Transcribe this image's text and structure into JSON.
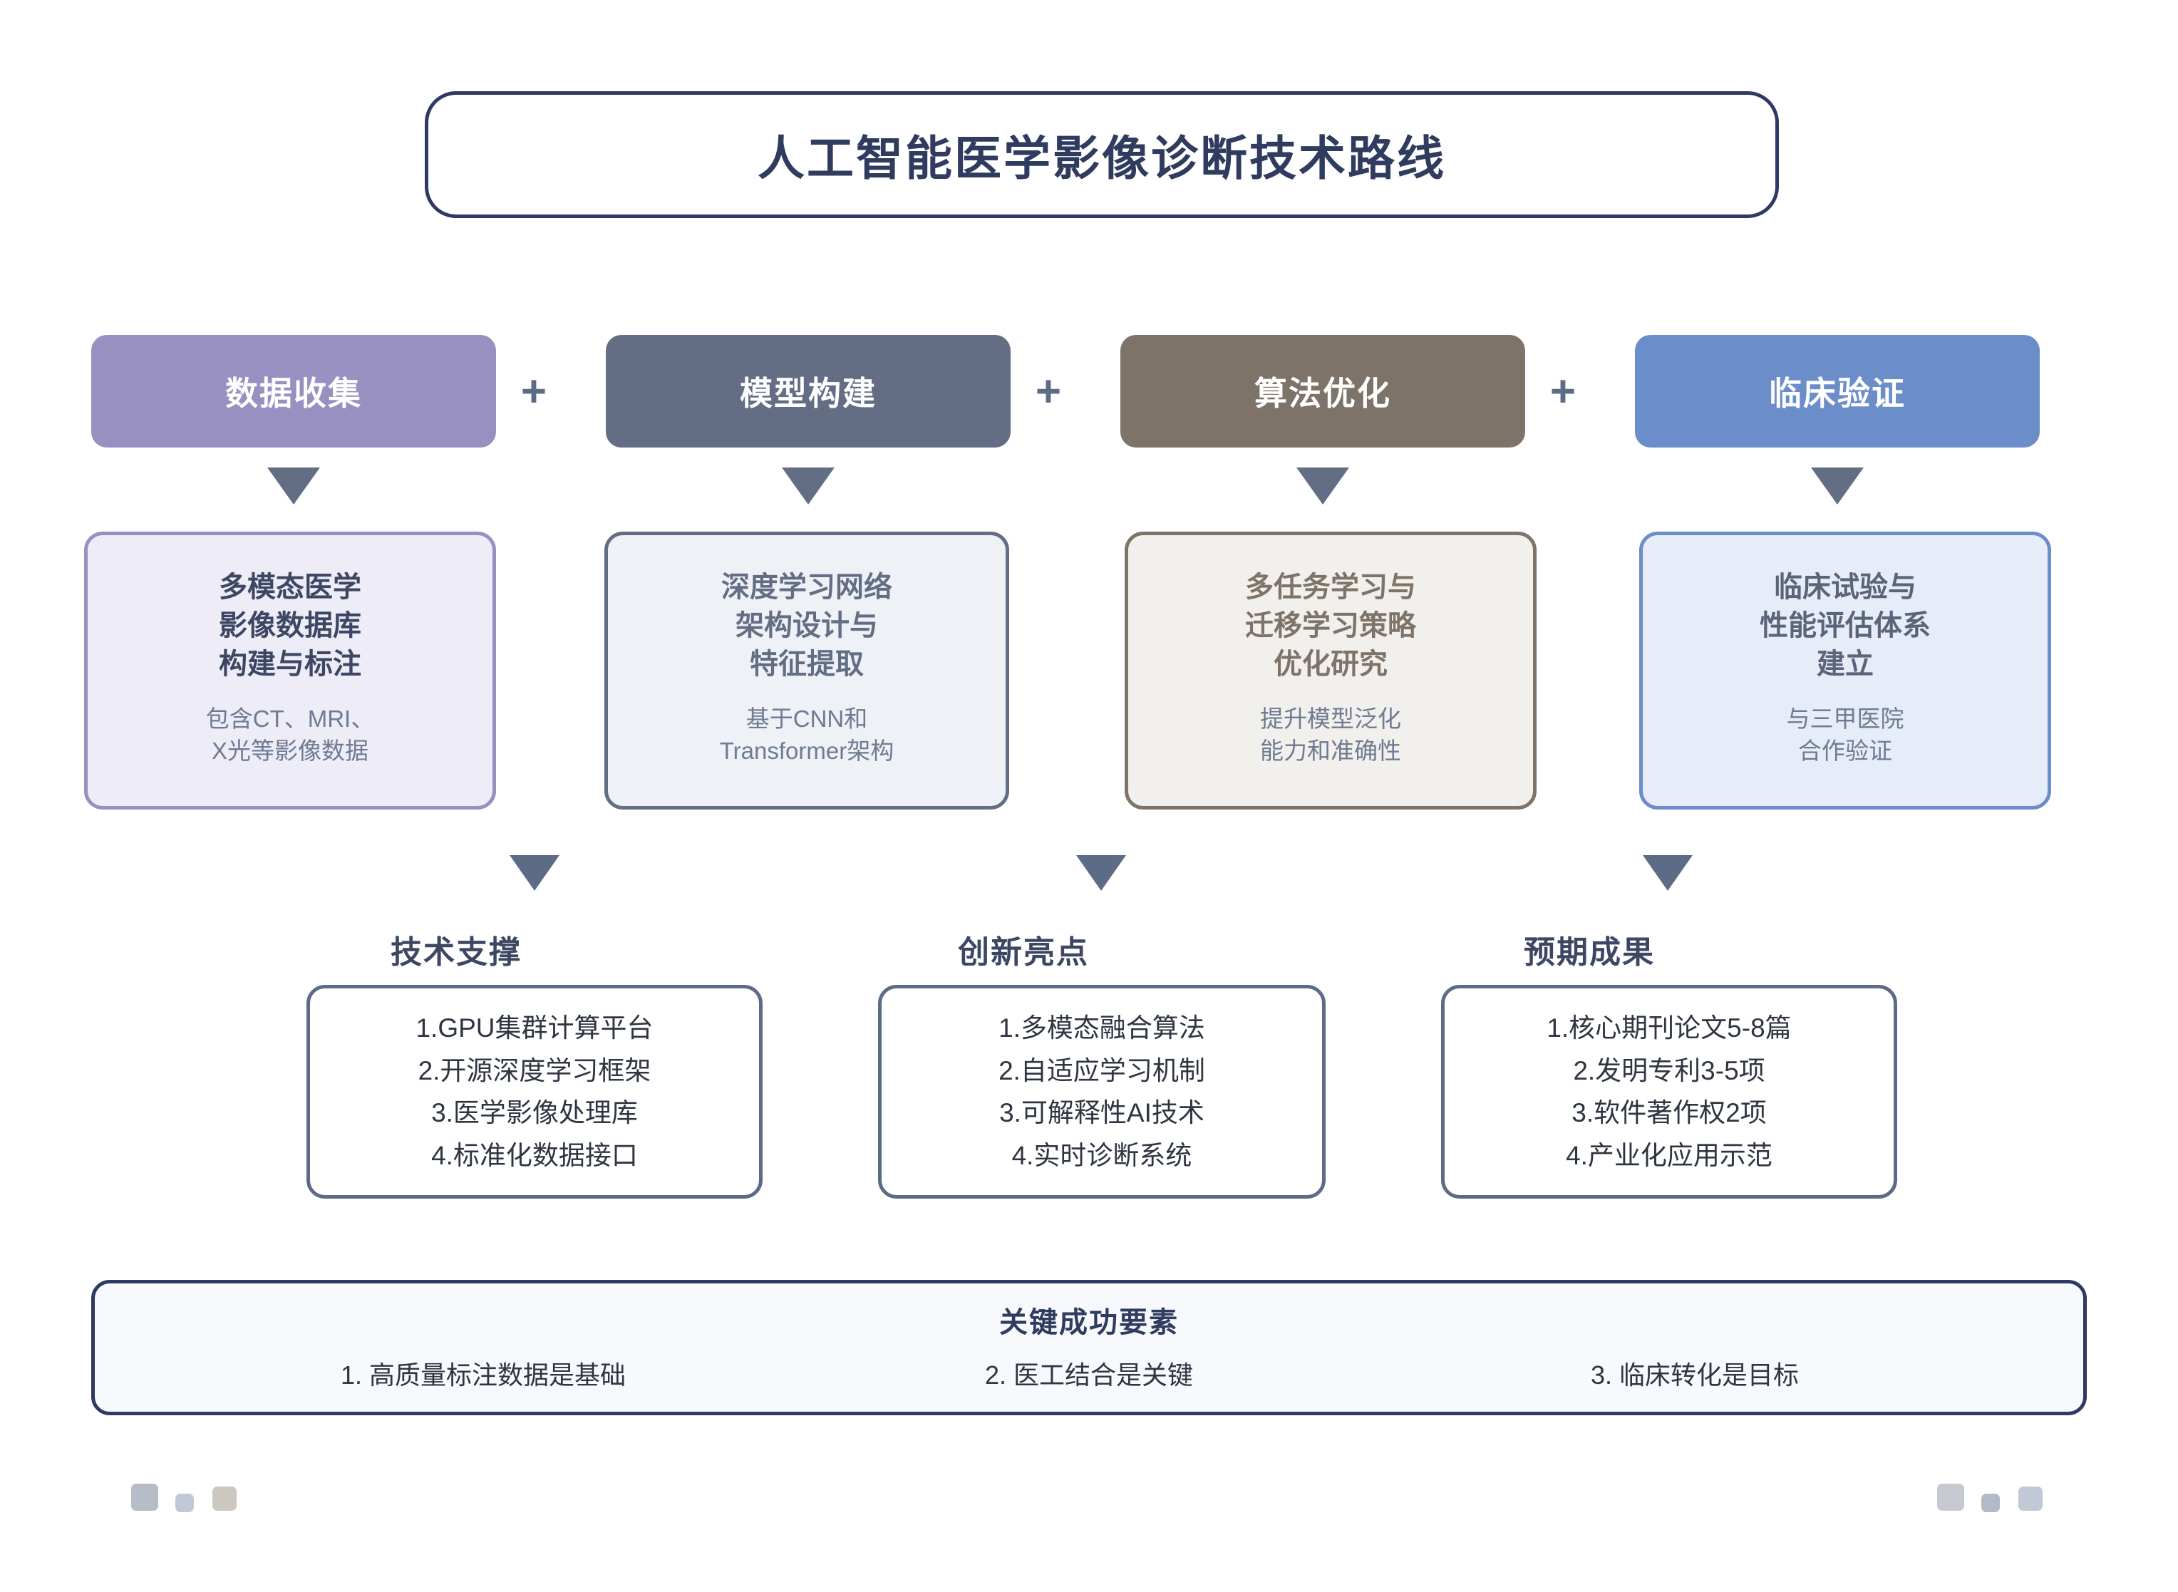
{
  "title": "人工智能医学影像诊断技术路线",
  "colors": {
    "title_border": "#2e3a64",
    "title_text": "#2f3b5f",
    "stage1": "#9790c0",
    "stage2": "#636e85",
    "stage3": "#7d7369",
    "stage4": "#6b8dc9",
    "arrow": "#636e85",
    "list_border": "#5d6c86",
    "key_border": "#2e3a64"
  },
  "separator": "+",
  "stages": [
    {
      "label": "数据收集",
      "detail_title": "多模态医学\n影像数据库\n构建与标注",
      "detail_sub": "包含CT、MRI、\nX光等影像数据"
    },
    {
      "label": "模型构建",
      "detail_title": "深度学习网络\n架构设计与\n特征提取",
      "detail_sub": "基于CNN和\nTransformer架构"
    },
    {
      "label": "算法优化",
      "detail_title": "多任务学习与\n迁移学习策略\n优化研究",
      "detail_sub": "提升模型泛化\n能力和准确性"
    },
    {
      "label": "临床验证",
      "detail_title": "临床试验与\n性能评估体系\n建立",
      "detail_sub": "与三甲医院\n合作验证"
    }
  ],
  "sections": [
    {
      "heading": "技术支撑",
      "items": [
        "1.GPU集群计算平台",
        "2.开源深度学习框架",
        "3.医学影像处理库",
        "4.标准化数据接口"
      ]
    },
    {
      "heading": "创新亮点",
      "items": [
        "1.多模态融合算法",
        "2.自适应学习机制",
        "3.可解释性AI技术",
        "4.实时诊断系统"
      ]
    },
    {
      "heading": "预期成果",
      "items": [
        "1.核心期刊论文5-8篇",
        "2.发明专利3-5项",
        "3.软件著作权2项",
        "4.产业化应用示范"
      ]
    }
  ],
  "key_factors": {
    "heading": "关键成功要素",
    "items": [
      "1. 高质量标注数据是基础",
      "2. 医工结合是关键",
      "3. 临床转化是目标"
    ]
  },
  "decor": {
    "left": [
      "#b6bdc9",
      "#c1c9d6",
      "#ccc7c0"
    ],
    "right": [
      "#c6cad0",
      "#b2bac7",
      "#c1c9d6"
    ]
  }
}
